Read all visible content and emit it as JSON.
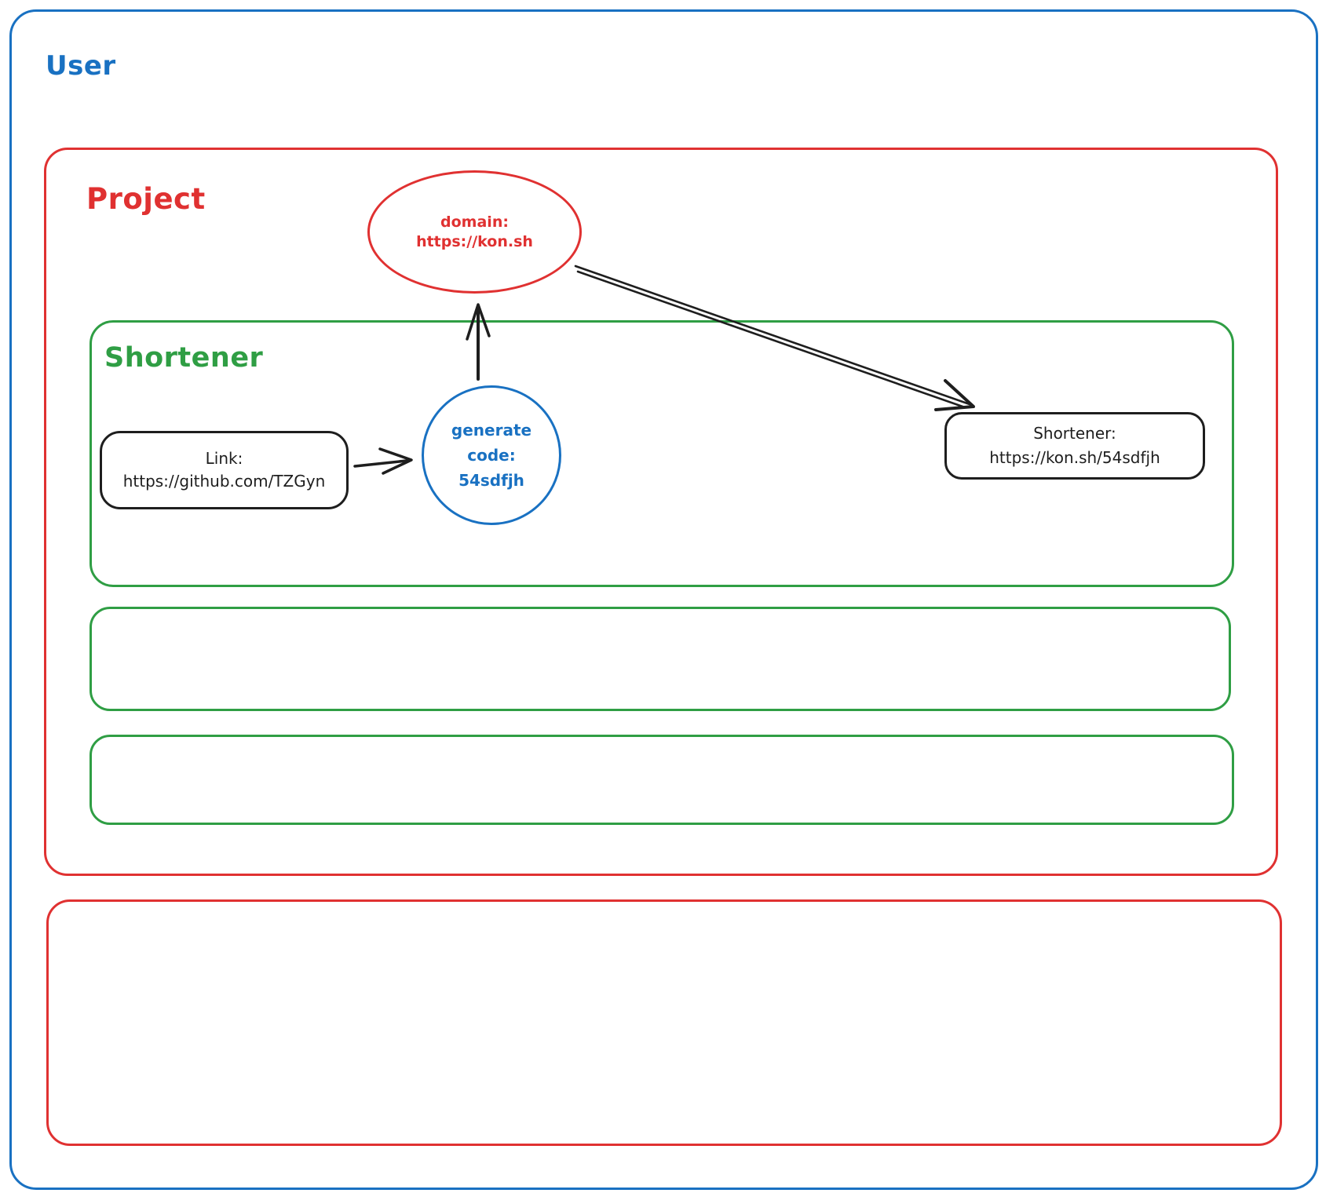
{
  "colors": {
    "blue": "#1971c2",
    "red": "#e03131",
    "green": "#2f9e44",
    "black": "#1e1e1e",
    "background": "#ffffff"
  },
  "containers": {
    "user": {
      "label": "User"
    },
    "project": {
      "label": "Project"
    },
    "shortener": {
      "label": "Shortener"
    }
  },
  "nodes": {
    "domain": {
      "lines": [
        "domain:",
        "https://kon.sh"
      ]
    },
    "link": {
      "lines": [
        "Link:",
        "https://github.com/TZGyn"
      ]
    },
    "generate_code": {
      "lines": [
        "generate",
        "code:",
        "54sdfjh"
      ]
    },
    "short_url": {
      "lines": [
        "Shortener:",
        "https://kon.sh/54sdfjh"
      ]
    }
  },
  "arrows": [
    {
      "name": "link-to-generate-code",
      "from": "link",
      "to": "generate_code"
    },
    {
      "name": "generate-code-to-domain",
      "from": "generate_code",
      "to": "domain"
    },
    {
      "name": "domain-to-short-url",
      "from": "domain",
      "to": "short_url"
    }
  ],
  "empty_panels": [
    "green-panel-2",
    "green-panel-3",
    "red-panel-bottom"
  ]
}
